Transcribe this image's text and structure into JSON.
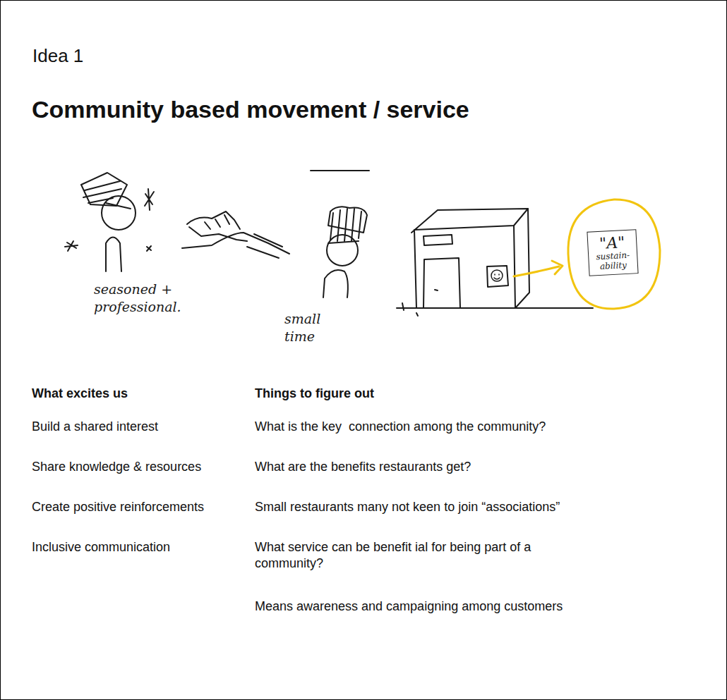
{
  "diagram": {
    "title": "Community based movement / service",
    "nodes": [
      {
        "text": [
          "\"A\"",
          "sustain-ability"
        ]
      }
    ],
    "labels": [
      "Idea 1",
      "seasoned + professional.",
      "small time",
      "What excites us",
      "Build a shared interest",
      "Share knowledge & resources",
      "Create positive reinforcements",
      "Inclusive communication",
      "Things to figure out",
      "What is the key  connection among the community?",
      "What are the benefits restaurants get?",
      "Small restaurants many not keen to join “associations”",
      "What service can be benefit ial for being part of a community?",
      "Means awareness and campaigning among customers"
    ]
  }
}
